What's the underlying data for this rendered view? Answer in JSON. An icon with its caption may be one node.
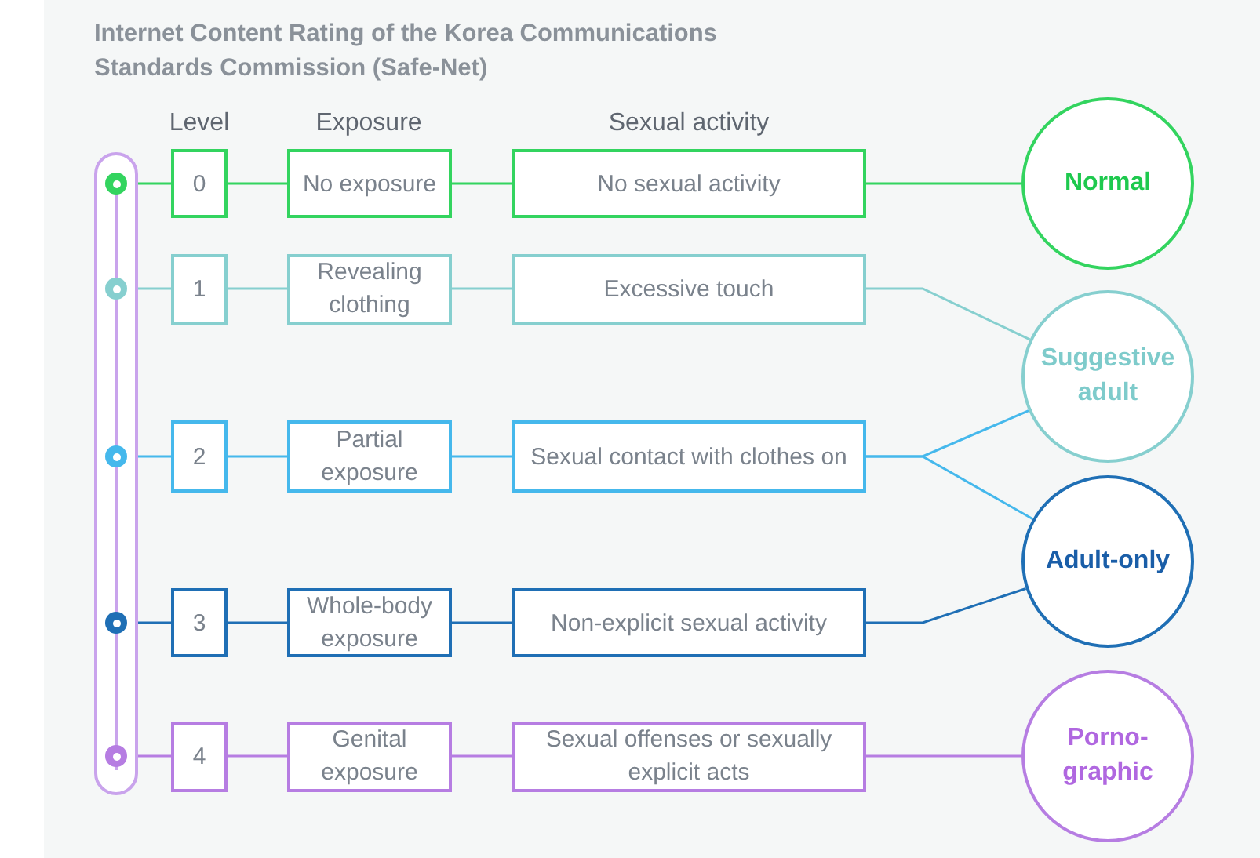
{
  "diagram": {
    "title": "Internet Content Rating of the Korea Communications Standards Commission (Safe-Net)",
    "nodes": [
      {
        "text": [],
        "shape": "bar"
      },
      {
        "text": [],
        "shape": "circle",
        "in": 0
      },
      {
        "text": [],
        "shape": "circle",
        "in": 0
      },
      {
        "text": [],
        "shape": "circle",
        "in": 0
      },
      {
        "text": [],
        "shape": "circle",
        "in": 0
      },
      {
        "text": [],
        "shape": "circle",
        "in": 0
      },
      {
        "text": [
          "0"
        ]
      },
      {
        "text": [
          "1"
        ]
      },
      {
        "text": [
          "2"
        ]
      },
      {
        "text": [
          "3"
        ]
      },
      {
        "text": [
          "4"
        ]
      },
      {
        "text": [
          "No exposure"
        ]
      },
      {
        "text": [
          "Revealing clothing"
        ]
      },
      {
        "text": [
          "Partial exposure"
        ]
      },
      {
        "text": [
          "Whole-body exposure"
        ]
      },
      {
        "text": [
          "Genital exposure"
        ]
      },
      {
        "text": [
          "No sexual activity"
        ]
      },
      {
        "text": [
          "Excessive touch"
        ]
      },
      {
        "text": [
          "Sexual contact with clothes on"
        ]
      },
      {
        "text": [
          "Non-explicit sexual activity"
        ]
      },
      {
        "text": [
          "Sexual offenses or sexually explicit acts"
        ]
      },
      {
        "text": [
          "Normal"
        ]
      },
      {
        "text": [
          "Suggestive adult"
        ]
      },
      {
        "text": [
          "Adult-only"
        ]
      },
      {
        "text": [
          "Porno- graphic"
        ]
      }
    ],
    "edges": [
      {
        "from": 1,
        "to": 6,
        "arrow": "none",
        "color": "#33d45f"
      },
      {
        "from": 2,
        "to": 7,
        "arrow": "none",
        "color": "#86cfcf"
      },
      {
        "from": 3,
        "to": 8,
        "arrow": "none",
        "color": "#45b8ec"
      },
      {
        "from": 4,
        "to": 9,
        "arrow": "none",
        "color": "#1f6fb5"
      },
      {
        "from": 5,
        "to": 10,
        "arrow": "none",
        "color": "#b67de2"
      },
      {
        "from": 6,
        "to": 11,
        "arrow": "none",
        "color": "#33d45f"
      },
      {
        "from": 7,
        "to": 12,
        "arrow": "none",
        "color": "#86cfcf"
      },
      {
        "from": 8,
        "to": 13,
        "arrow": "none",
        "color": "#45b8ec"
      },
      {
        "from": 9,
        "to": 14,
        "arrow": "none",
        "color": "#1f6fb5"
      },
      {
        "from": 10,
        "to": 15,
        "arrow": "none",
        "color": "#b67de2"
      },
      {
        "from": 11,
        "to": 16,
        "arrow": "none",
        "color": "#33d45f"
      },
      {
        "from": 12,
        "to": 17,
        "arrow": "none",
        "color": "#86cfcf"
      },
      {
        "from": 13,
        "to": 18,
        "arrow": "none",
        "color": "#45b8ec"
      },
      {
        "from": 14,
        "to": 19,
        "arrow": "none",
        "color": "#1f6fb5"
      },
      {
        "from": 15,
        "to": 20,
        "arrow": "none",
        "color": "#b67de2"
      },
      {
        "from": 16,
        "to": 21,
        "arrow": "none",
        "color": "#33d45f"
      },
      {
        "from": 17,
        "to": 22,
        "arrow": "none",
        "color": "#86cfcf"
      },
      {
        "from": 18,
        "to": 22,
        "arrow": "none",
        "color": "#45b8ec"
      },
      {
        "from": 18,
        "to": 23,
        "arrow": "none",
        "color": "#45b8ec"
      },
      {
        "from": 19,
        "to": 23,
        "arrow": "none",
        "color": "#1f6fb5"
      },
      {
        "from": 20,
        "to": 24,
        "arrow": "none",
        "color": "#b67de2"
      }
    ],
    "labels": [
      "Level",
      "Exposure",
      "Sexual activity"
    ]
  }
}
